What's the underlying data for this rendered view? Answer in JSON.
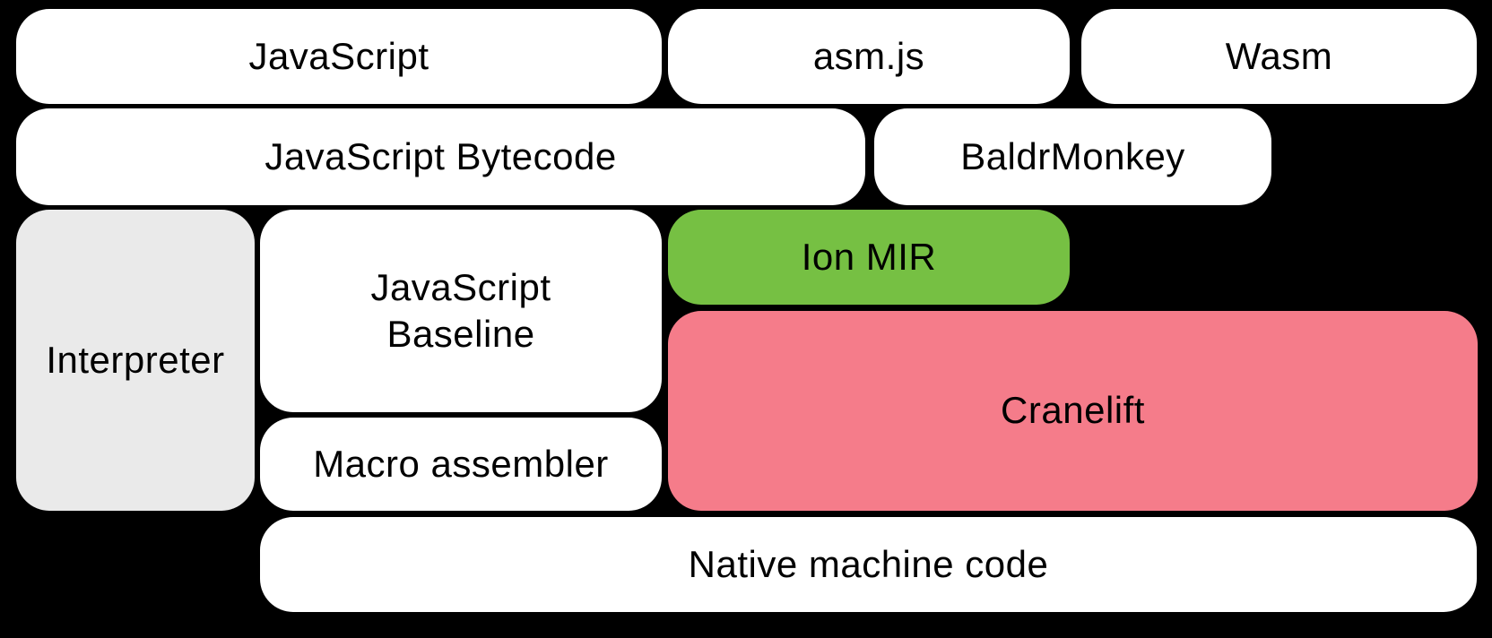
{
  "diagram": {
    "background_color": "#000000",
    "text_color": "#000000",
    "palette": {
      "white": "#ffffff",
      "gray": "#eaeaea",
      "green": "#76c043",
      "pink": "#f57c8a"
    },
    "nodes": {
      "javascript": {
        "label": "JavaScript",
        "color": "#ffffff"
      },
      "asmjs": {
        "label": "asm.js",
        "color": "#ffffff"
      },
      "wasm": {
        "label": "Wasm",
        "color": "#ffffff"
      },
      "js_bytecode": {
        "label": "JavaScript Bytecode",
        "color": "#ffffff"
      },
      "baldrmonkey": {
        "label": "BaldrMonkey",
        "color": "#ffffff"
      },
      "interpreter": {
        "label": "Interpreter",
        "color": "#eaeaea"
      },
      "js_baseline": {
        "label": "JavaScript Baseline",
        "line1": "JavaScript",
        "line2": "Baseline",
        "color": "#ffffff"
      },
      "ion_mir": {
        "label": "Ion MIR",
        "color": "#76c043"
      },
      "cranelift": {
        "label": "Cranelift",
        "color": "#f57c8a"
      },
      "macro_assembler": {
        "label": "Macro assembler",
        "color": "#ffffff"
      },
      "native_machine_code": {
        "label": "Native machine code",
        "color": "#ffffff"
      }
    }
  }
}
